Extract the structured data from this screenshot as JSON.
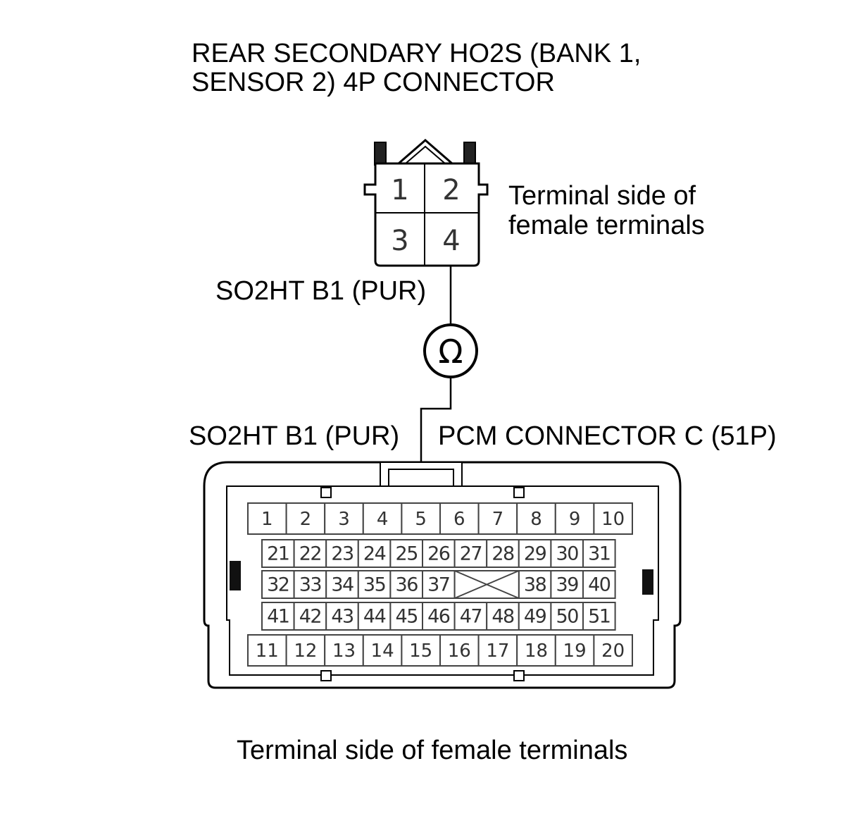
{
  "title": {
    "line1": "REAR SECONDARY HO2S (BANK 1,",
    "line2": "SENSOR 2) 4P CONNECTOR"
  },
  "small_connector": {
    "side_label_line1": "Terminal side of",
    "side_label_line2": "female terminals",
    "pins": [
      "1",
      "2",
      "3",
      "4"
    ]
  },
  "wire_upper_label": "SO2HT B1 (PUR)",
  "meter_symbol": "Ω",
  "wire_lower_label": "SO2HT B1 (PUR)",
  "pcm_connector": {
    "label": "PCM CONNECTOR C (51P)",
    "row1": [
      "1",
      "2",
      "3",
      "4",
      "5",
      "6",
      "7",
      "8",
      "9",
      "10"
    ],
    "row2": [
      "21",
      "22",
      "23",
      "24",
      "25",
      "26",
      "27",
      "28",
      "29",
      "30",
      "31"
    ],
    "row3_left": [
      "32",
      "33",
      "34",
      "35",
      "36",
      "37"
    ],
    "row3_right": [
      "38",
      "39",
      "40"
    ],
    "row4": [
      "41",
      "42",
      "43",
      "44",
      "45",
      "46",
      "47",
      "48",
      "49",
      "50",
      "51"
    ],
    "row5": [
      "11",
      "12",
      "13",
      "14",
      "15",
      "16",
      "17",
      "18",
      "19",
      "20"
    ]
  },
  "bottom_caption": "Terminal side of female terminals",
  "colors": {
    "line": "#000000",
    "pin_text": "#333333",
    "cell_border": "#444444"
  }
}
